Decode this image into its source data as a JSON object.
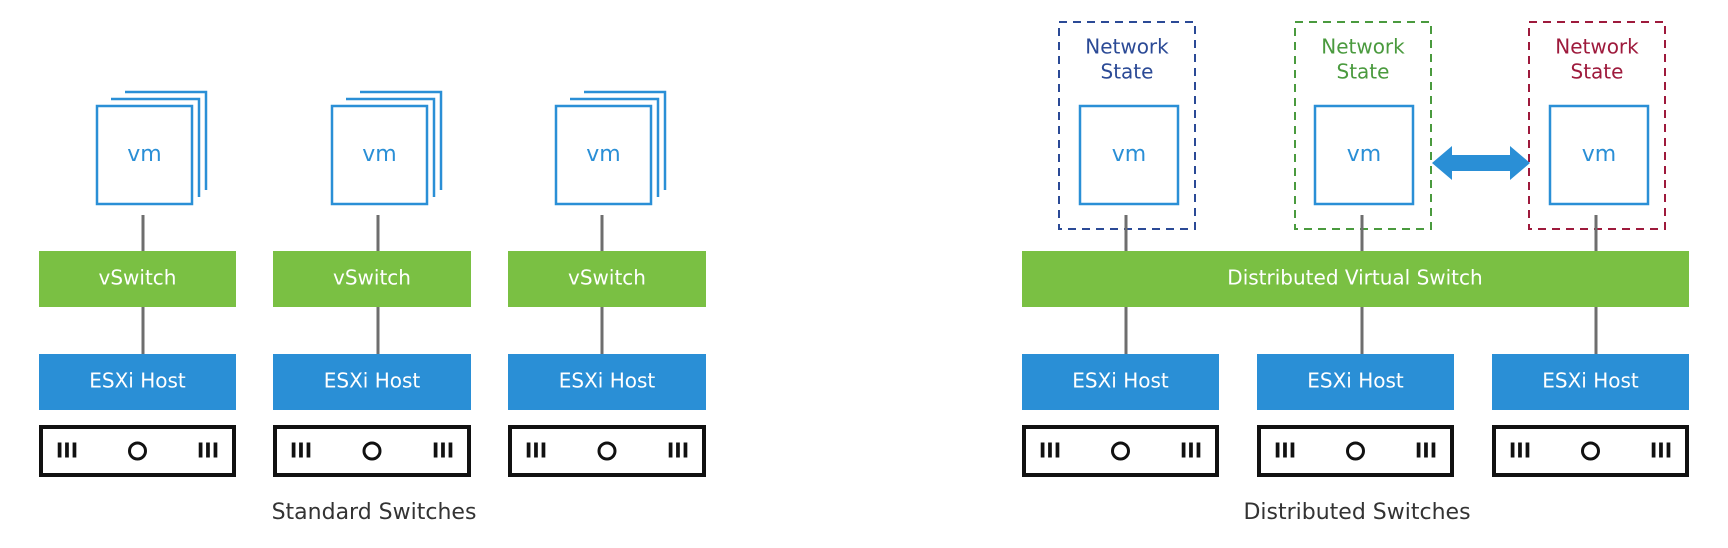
{
  "standard": {
    "caption": "Standard Switches",
    "vm_label": "vm",
    "switch_label": "vSwitch",
    "host_label": "ESXi Host",
    "server_left": "III",
    "server_right": "III"
  },
  "distributed": {
    "caption": "Distributed Switches",
    "switch_label": "Distributed Virtual Switch",
    "vm_label": "vm",
    "host_label": "ESXi Host",
    "network_state": [
      "Network\nState",
      "Network\nState",
      "Network\nState"
    ],
    "server_left": "III",
    "server_right": "III"
  },
  "colors": {
    "switch_green": "#7ac043",
    "host_blue": "#2a8fd6",
    "vm_blue": "#2a8fd6",
    "connector_gray": "#6e6e6e",
    "server_black": "#111111",
    "arrow_blue": "#2a8fd6",
    "state_colors": [
      "#2b4a96",
      "#4a9a3e",
      "#9e1a3c"
    ]
  },
  "icons": [
    "vm-stack-icon",
    "vm-icon",
    "server-chassis-icon",
    "double-arrow-icon"
  ]
}
